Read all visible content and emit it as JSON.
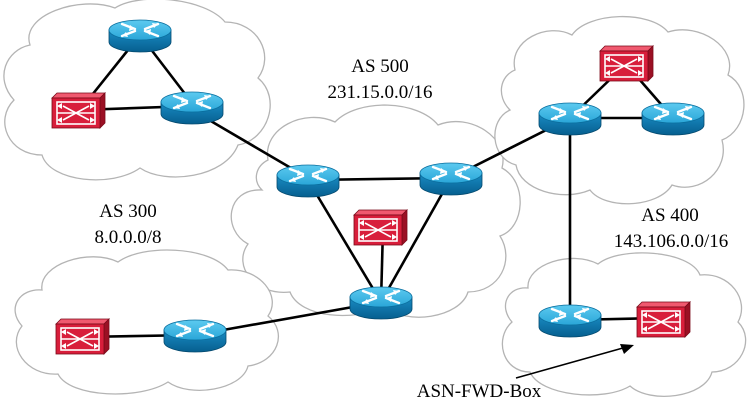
{
  "labels": {
    "as500_name": "AS 500",
    "as500_prefix": "231.15.0.0/16",
    "as300_name": "AS 300",
    "as300_prefix": "8.0.0.0/8",
    "as400_name": "AS 400",
    "as400_prefix": "143.106.0.0/16",
    "asn_fwd_box": "ASN-FWD-Box"
  },
  "colors": {
    "router_top": "#3cb7e4",
    "router_side": "#0a7fb8",
    "switch_fill": "#d81e3b",
    "cloud_stroke": "#b4b4b4",
    "link": "#000000"
  },
  "icons": {
    "router": "router-icon",
    "switch": "switch-box-icon",
    "cloud": "network-cloud"
  }
}
